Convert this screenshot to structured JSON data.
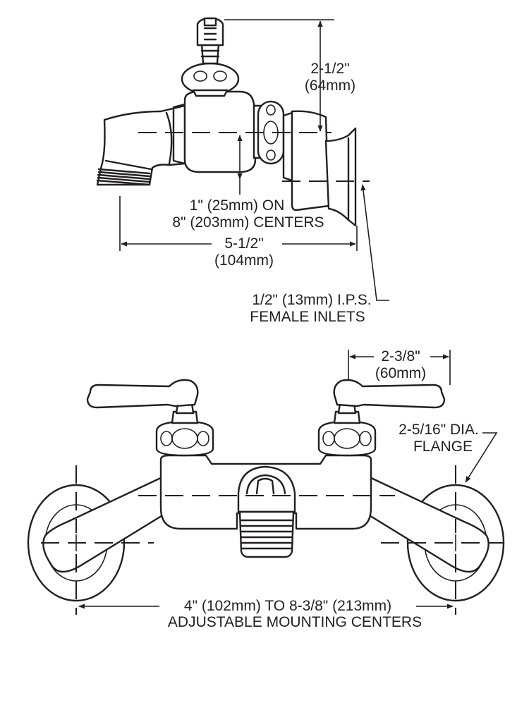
{
  "top_view": {
    "height_dim": {
      "line1": "2-1/2\"",
      "line2": "(64mm)"
    },
    "centers_dim": {
      "line1": "1\" (25mm) ON",
      "line2": "8\" (203mm) CENTERS"
    },
    "depth_dim": {
      "line1": "5-1/2\"",
      "line2": "(104mm)"
    },
    "inlets_note": {
      "line1": "1/2\" (13mm) I.P.S.",
      "line2": "FEMALE INLETS"
    }
  },
  "front_view": {
    "handle_dim": {
      "line1": "2-3/8\"",
      "line2": "(60mm)"
    },
    "flange_note": {
      "line1": "2-5/16\" DIA.",
      "line2": "FLANGE"
    },
    "mounting_dim": {
      "line1": "4\" (102mm) TO 8-3/8\" (213mm)",
      "line2": "ADJUSTABLE MOUNTING CENTERS"
    }
  }
}
